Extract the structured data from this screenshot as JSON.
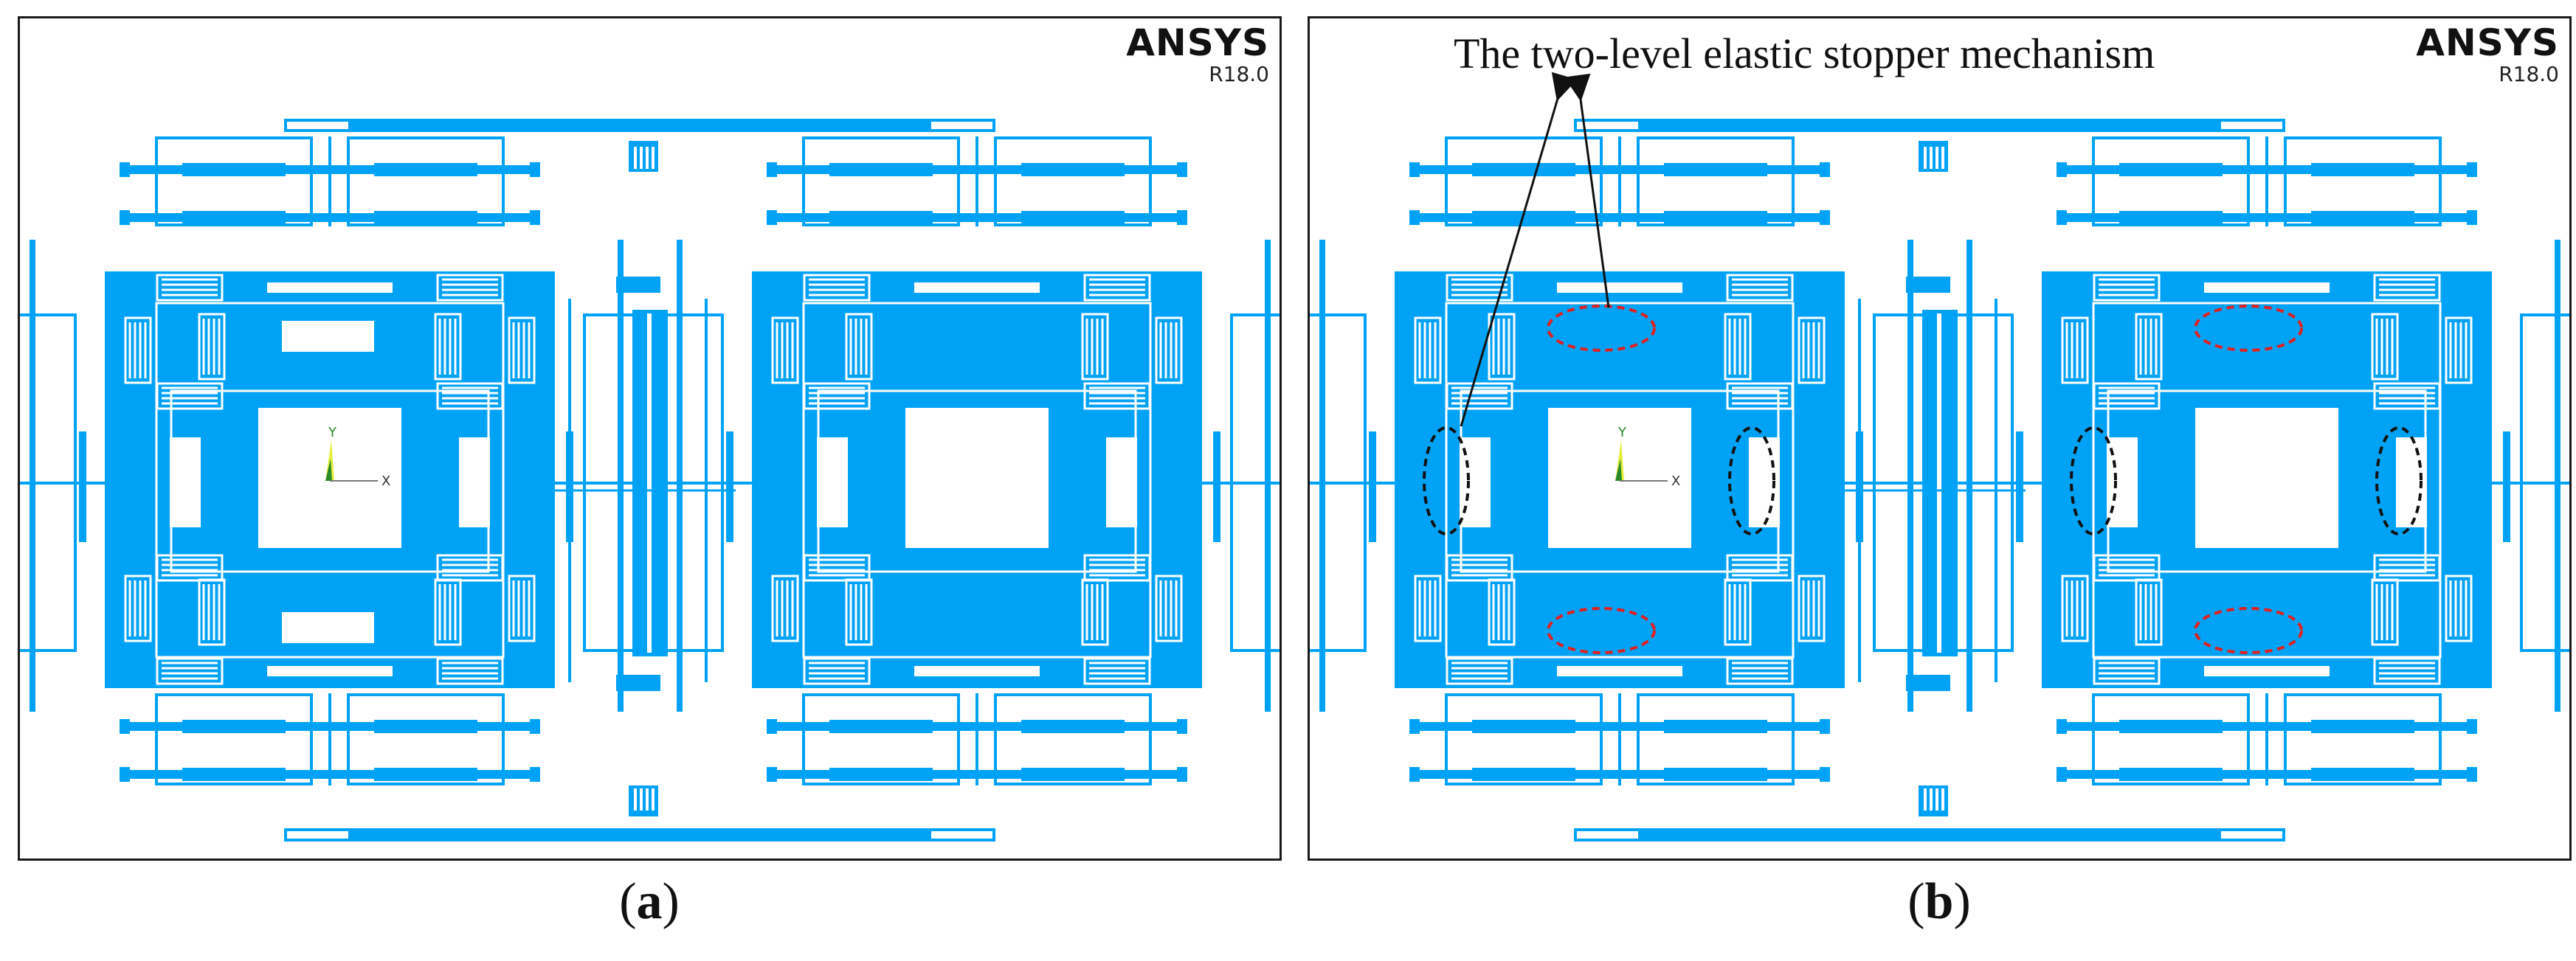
{
  "panels": [
    {
      "label_open": "(",
      "label_letter": "a",
      "label_close": ")",
      "brand": "ANSYS",
      "version": "R18.0",
      "axis_y": "Y",
      "axis_x": "X"
    },
    {
      "label_open": "(",
      "label_letter": "b",
      "label_close": ")",
      "brand": "ANSYS",
      "version": "R18.0",
      "axis_y": "Y",
      "axis_x": "X",
      "annotation": "The two-level elastic stopper mechanism"
    }
  ],
  "colors": {
    "structure": "#00A2F5",
    "frame": "#1a1a1a",
    "red_marker": "#e02020",
    "black_marker": "#111111",
    "axis_green": "#2a8a2a",
    "axis_yellow": "#e6ef3a"
  }
}
